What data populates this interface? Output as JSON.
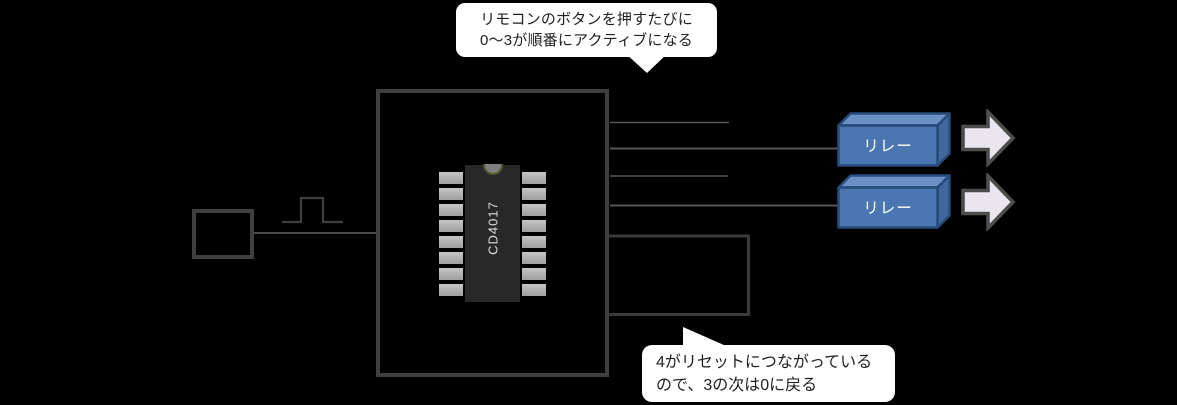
{
  "callouts": {
    "top": {
      "line1": "リモコンのボタンを押すたびに",
      "line2": "0〜3が順番にアクティブになる"
    },
    "bottom": {
      "line1": "4がリセットにつながっている",
      "line2": "ので、3の次は0に戻る"
    }
  },
  "ic": {
    "label": "CD4017",
    "pins_per_side": 8
  },
  "relays": [
    {
      "label": "リレー"
    },
    {
      "label": "リレー"
    }
  ],
  "colors": {
    "background": "#000000",
    "box_stroke": "#3f3f3f",
    "wire": "#565656",
    "reset_loop_stroke": "#3a3a3a",
    "ic_body": "#282828",
    "ic_pin": "#b3b3b3",
    "ic_notch_fill": "#7f7f7f",
    "ic_notch_stroke": "#565630",
    "ic_label_color": "#dcdcdc",
    "relay_front": "#4a76b2",
    "relay_top": "#6b90c3",
    "relay_side": "#41679c",
    "relay_border": "#274b7b",
    "relay_text": "#ffffff",
    "arrow_fill": "#e9e6f0",
    "arrow_border": "#4d4d4d",
    "callout_bg": "#ffffff",
    "callout_text": "#1f1f1f"
  }
}
